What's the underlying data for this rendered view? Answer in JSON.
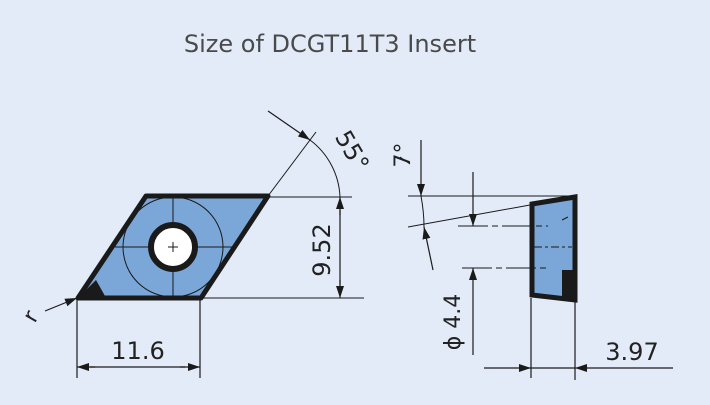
{
  "title": "Size of DCGT11T3 Insert",
  "dimensions": {
    "angle": "55°",
    "inscribed_circle": "9.52",
    "edge_length": "11.6",
    "radius_label": "r",
    "clearance_angle": "7°",
    "hole_diameter": "ϕ 4.4",
    "thickness": "3.97"
  },
  "colors": {
    "background": "#e3ebf8",
    "insert_fill": "#7aa7d8",
    "outline": "#1a1a1a"
  }
}
